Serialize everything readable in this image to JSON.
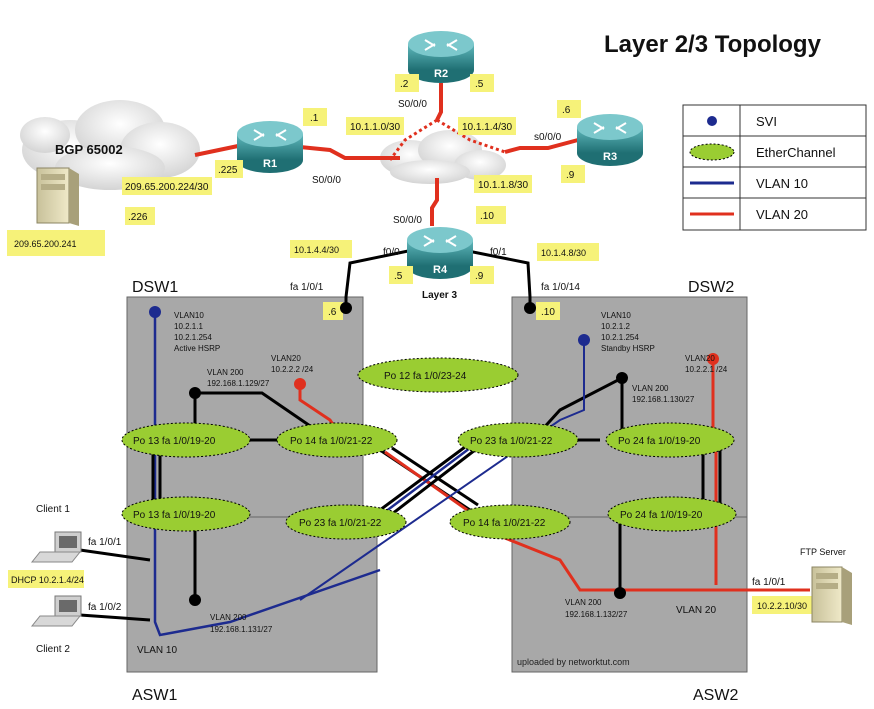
{
  "title": "Layer 2/3 Topology",
  "legend": {
    "svi": "SVI",
    "etherchannel": "EtherChannel",
    "vlan10": "VLAN 10",
    "vlan20": "VLAN  20"
  },
  "colors": {
    "vlan10": "#1d2b8f",
    "vlan20": "#e0301e",
    "black": "#000000",
    "router": "#2f8a8e",
    "etherchannel": "#9acd32",
    "note": "#f6f279"
  },
  "bgp_cloud": "BGP 65002",
  "server_ip": "209.65.200.241",
  "routers": {
    "r1": "R1",
    "r2": "R2",
    "r3": "R3",
    "r4": "R4"
  },
  "labels": {
    "r1_if": ".1",
    "r1_wan": ".225",
    "wan_net": "209.65.200.224/30",
    "isp_if": ".226",
    "r2_left": ".2",
    "r2_right": ".5",
    "r2_serial": "S0/0/0",
    "net_r1r2": "10.1.1.0/30",
    "net_r2r3": "10.1.1.4/30",
    "r3_if6": ".6",
    "r3_serial": "s0/0/0",
    "r3_if9": ".9",
    "r1_serial": "S0/0/0",
    "net_r3r4": "10.1.1.8/30",
    "r4_if10": ".10",
    "r4_serial": "S0/0/0",
    "net_r4_dsw1": "10.1.4.4/30",
    "r4_f00": "f0/0",
    "r4_if5": ".5",
    "r4_if9": ".9",
    "r4_f01": "f0/1",
    "net_r4_dsw2": "10.1.4.8/30",
    "layer3": "Layer 3",
    "dsw1_fa": "fa 1/0/1",
    "dsw1_ip6": ".6",
    "dsw2_fa": "fa 1/0/14",
    "dsw2_ip10": ".10"
  },
  "dsw1": {
    "name": "DSW1",
    "vlan10": "VLAN10",
    "ip1": "10.2.1.1",
    "ip2": "10.2.1.254",
    "hsrp": "Active HSRP",
    "vlan20": "VLAN20",
    "vlan20_ip": "10.2.2.2 /24",
    "vlan200": "VLAN 200",
    "vlan200_ip": "192.168.1.129/27"
  },
  "dsw2": {
    "name": "DSW2",
    "vlan10": "VLAN10",
    "ip1": "10.2.1.2",
    "ip2": "10.2.1.254",
    "hsrp": "Standby HSRP",
    "vlan20": "VLAN20",
    "vlan20_ip": "10.2.2.1 /24",
    "vlan200": "VLAN 200",
    "vlan200_ip": "192.168.1.130/27"
  },
  "asw1": {
    "name": "ASW1",
    "vlan200": "VLAN 200",
    "vlan200_ip": "192.168.1.131/27",
    "vlan10": "VLAN 10"
  },
  "asw2": {
    "name": "ASW2",
    "vlan200": "VLAN 200",
    "vlan200_ip": "192.168.1.132/27",
    "vlan20": "VLAN 20",
    "footer": "uploaded by networktut.com"
  },
  "etherchannels": {
    "po12": "Po 12  fa 1/0/23-24",
    "po13_top": "Po 13  fa 1/0/19-20",
    "po14_top": "Po 14  fa 1/0/21-22",
    "po23_top": "Po 23  fa 1/0/21-22",
    "po24_top": "Po 24  fa 1/0/19-20",
    "po13_bot": "Po 13  fa 1/0/19-20",
    "po23_bot": "Po 23  fa 1/0/21-22",
    "po14_bot": "Po 14  fa 1/0/21-22",
    "po24_bot": "Po 24  fa 1/0/19-20"
  },
  "clients": {
    "client1": "Client 1",
    "client2": "Client 2",
    "c1_port": "fa 1/0/1",
    "c2_port": "fa 1/0/2",
    "dhcp": "DHCP 10.2.1.4/24"
  },
  "ftp": {
    "name": "FTP Server",
    "port": "fa 1/0/1",
    "ip": "10.2.2.10/30"
  }
}
